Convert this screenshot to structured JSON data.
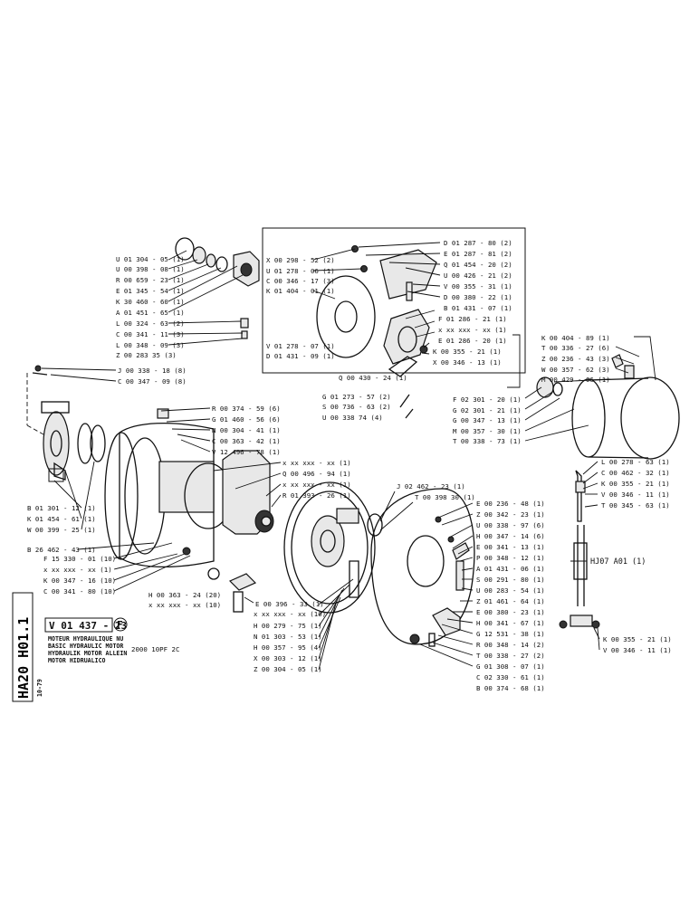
{
  "sheet": {
    "code": "HA20 H01.1",
    "date": "10-79",
    "ref_number": "V 01 437 - 23",
    "ref_letter": "F",
    "model": "2000 10PF 2C",
    "titles": [
      "MOTEUR HYDRAULIQUE NU",
      "BASIC HYDRAULIC MOTOR",
      "HYDRAULIK MOTOR ALLEIN",
      "MOTOR HIDRUALICO"
    ]
  },
  "callouts": {
    "top_left_stack": [
      "U 01 304 - 05 (1)",
      "U 00 398 - 08 (1)",
      "R 00 659 - 23 (1)",
      "E 01 345 - 54 (1)",
      "K 30 460 - 60 (1)",
      "A 01 451 - 65 (1)",
      "L 00 324 - 63 (2)",
      "C 00 341 - 11 (3)",
      "L 00 348 - 09 (3)",
      "Z 00 283  35 (3)"
    ],
    "brake_left": [
      "X 00 298 - 52 (2)",
      "U 01 278 - 06 (1)",
      "C 00 346 - 17 (3)",
      "K 01 404 - 01 (1)"
    ],
    "brake_right": [
      "D 01 287 - 80 (2)",
      "E 01 287 - 81 (2)",
      "Q 01 454 - 20 (2)",
      "U 00 426 - 21 (2)",
      "V 00 355 - 31 (1)",
      "D 00 380 - 22 (1)",
      "B 01 431 - 07 (1)"
    ],
    "brake_lower_right": [
      "F 01 286 - 21 (1)",
      "x xx xxx - xx (1)",
      "E 01 286 - 20 (1)",
      "K 00 355 - 21 (1)",
      "X 00 346 - 13 (1)"
    ],
    "brake_lower_left": [
      "V 01 278 - 07 (1)",
      "D 01 431 - 09 (1)"
    ],
    "brake_box_label": "Q 00 430 - 24 (1)",
    "below_box": [
      "G 01 273 - 57 (2)",
      "S 00 736 - 63 (2)",
      "U 00 338  74 (4)"
    ],
    "top_right_stack": [
      "K 00 404 - 89 (1)",
      "T 00 336 - 27 (6)",
      "Z 00 236 - 43 (3)",
      "W 00 357 - 62 (3)",
      "M 00 429 - 06 (1)"
    ],
    "right_mid_stack": [
      "F 02 301 - 20 (1)",
      "G 02 301 - 21 (1)",
      "G 00 347 - 13 (1)",
      "M 00 357 - 30 (1)",
      "T 00 338 - 73 (1)"
    ],
    "left_upper": [
      "J 00 338 - 18 (8)",
      "C 00 347 - 09 (8)"
    ],
    "center_upper": [
      "R 00 374 - 59 (6)",
      "G 01 460 - 56 (6)",
      "N 00 304 - 41 (1)",
      "C 00 363 - 42 (1)",
      "V 12 496 - 78 (1)"
    ],
    "center_right": [
      "x  xx  xxx - xx (1)",
      "Q 00 496 - 94 (1)",
      "x  xx  xxx - xx (1)",
      "R 01 393 - 26 (1)"
    ],
    "left_lower": [
      "B 01 301 - 12 (1)",
      "K 01 454 - 61 (1)",
      "W 00 399 - 25 (1)"
    ],
    "left_bottom": [
      "B 26 462 - 43 (1)",
      "F 15 330 - 01 (10)",
      "x  xx xxx - xx (1)",
      "K 00 347 - 16 (10)",
      "C 00 341 - 80 (10)"
    ],
    "center_bottom": [
      "H 00 363 - 24 (20)",
      "x xx xxx - xx (10)"
    ],
    "gear_labels": [
      "J 02 462 - 23 (1)",
      "T 00 398  30 (1)"
    ],
    "bottom_mid": [
      "E 00 396 - 33 (1)",
      "x  xx  xxx - xx (10)",
      "H 00 279 - 75 (1)",
      "N 01 303 - 53 (1)",
      "H 00 357 - 95 (4)",
      "X 00 303 - 12 (1)",
      "Z 00 304 - 05 (1)"
    ],
    "right_cover_stack": [
      "E 00 236 - 48 (1)",
      "Z 00 342 - 23 (1)",
      "U 00 338 - 97 (6)",
      "H 00 347 - 14 (6)",
      "E 00 341 - 13 (1)",
      "P 00 348 - 12 (1)",
      "A 01 431 - 06 (1)",
      "S 00 291 - 80 (1)",
      "U 00 283 - 54 (1)",
      "Z 01 461 - 64 (1)",
      "E 00 380 - 23 (1)",
      "H 00 341 - 67 (1)",
      "G 12 531 - 38 (1)",
      "R 00 348 - 14 (2)",
      "T 00 338 - 27 (2)",
      "G 01 308 - 07 (1)",
      "C 02 330 - 61 (1)",
      "B 00 374 - 68 (1)"
    ],
    "hose_top": [
      "L 00 278 - 63 (1)",
      "C 00 462 - 32 (1)",
      "K 00 355 - 21 (1)",
      "V 00 346 - 11 (1)",
      "T 00 345 - 63 (1)"
    ],
    "hose_label": "HJ07 A01 (1)",
    "hose_bottom": [
      "K 00 355 - 21 (1)",
      "V 00 346 - 11 (1)"
    ]
  }
}
